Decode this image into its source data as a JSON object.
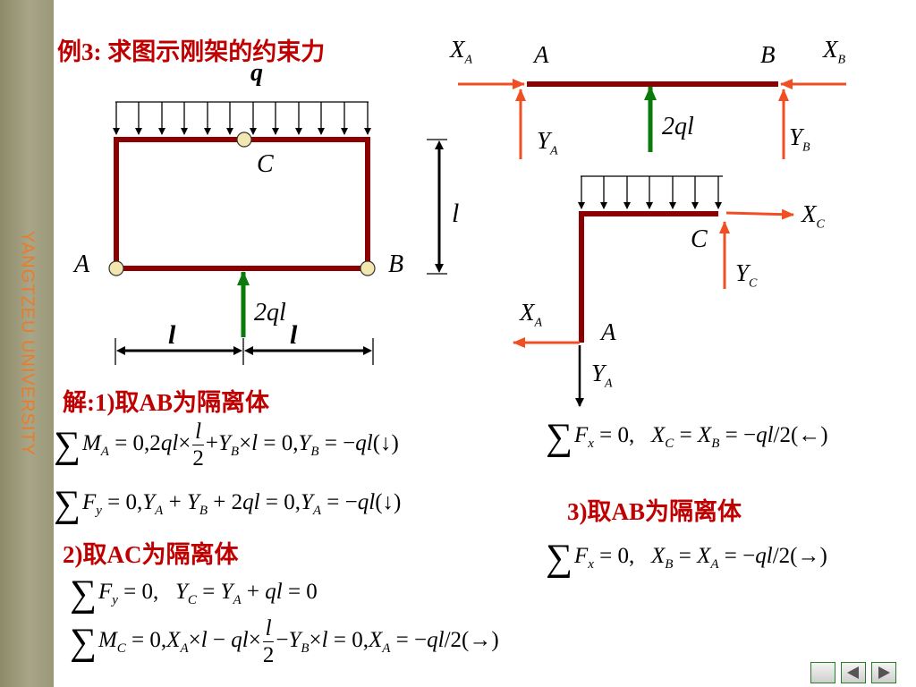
{
  "sidebar": {
    "university": "YANGTZEU  UNIVERSITY"
  },
  "title": "例3: 求图示刚架的约束力",
  "diagram": {
    "main": {
      "load": "q",
      "hinge_c": "C",
      "support_a": "A",
      "support_b": "B",
      "height": "l",
      "span_left": "l",
      "span_right": "l",
      "force": "2ql"
    },
    "fbd_ab": {
      "left": "A",
      "right": "B",
      "xa": "X",
      "xa_sub": "A",
      "xb": "X",
      "xb_sub": "B",
      "ya": "Y",
      "ya_sub": "A",
      "yb": "Y",
      "yb_sub": "B",
      "force": "2ql"
    },
    "fbd_ac": {
      "node_c": "C",
      "node_a": "A",
      "xc": "X",
      "xc_sub": "C",
      "yc": "Y",
      "yc_sub": "C",
      "xa": "X",
      "xa_sub": "A",
      "ya": "Y",
      "ya_sub": "A"
    }
  },
  "step1": {
    "heading": "解:1)取AB为隔离体"
  },
  "step2": {
    "heading": "2)取AC为隔离体"
  },
  "step3": {
    "heading": "3)取AB为隔离体"
  },
  "colors": {
    "beam": "#8b0000",
    "arrow_red": "#f04e23",
    "arrow_green": "#0a7a0a",
    "heading": "#c00000"
  },
  "nav": {
    "prev_icon": "arrow-left-icon",
    "next_icon": "arrow-right-icon"
  }
}
